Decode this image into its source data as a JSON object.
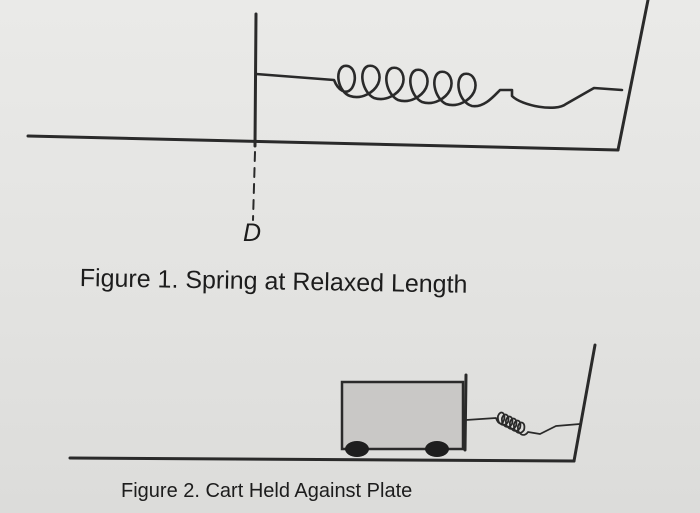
{
  "figure1": {
    "caption": "Figure 1. Spring at Relaxed Length",
    "marker_label": "D"
  },
  "figure2": {
    "caption": "Figure 2. Cart Held Against Plate"
  }
}
